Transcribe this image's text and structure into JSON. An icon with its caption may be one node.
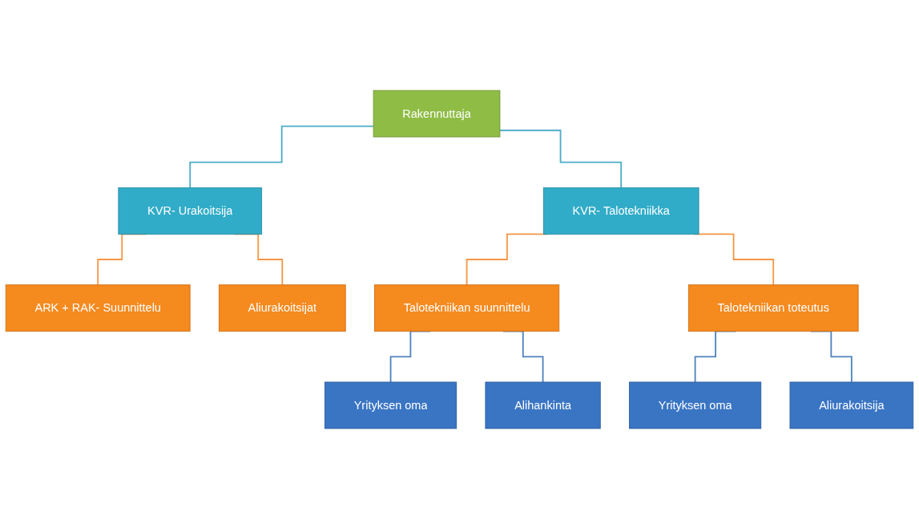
{
  "diagram": {
    "nodes": [
      {
        "text": [
          "Rakennuttaja"
        ]
      },
      {
        "text": [
          "KVR- Urakoitsija"
        ]
      },
      {
        "text": [
          "KVR- Talotekniikka"
        ]
      },
      {
        "text": [
          "ARK + RAK- Suunnittelu"
        ]
      },
      {
        "text": [
          "Aliurakoitsijat"
        ]
      },
      {
        "text": [
          "Talotekniikan suunnittelu"
        ]
      },
      {
        "text": [
          "Talotekniikan toteutus"
        ]
      },
      {
        "text": [
          "Yrityksen oma"
        ]
      },
      {
        "text": [
          "Alihankinta"
        ]
      },
      {
        "text": [
          "Yrityksen oma"
        ]
      },
      {
        "text": [
          "Aliurakoitsija"
        ]
      }
    ],
    "edges": [
      {
        "from": 0,
        "to": 1,
        "arrow": "none",
        "color": "#4bacc6"
      },
      {
        "from": 0,
        "to": 2,
        "arrow": "none",
        "color": "#4bacc6"
      },
      {
        "from": 1,
        "to": 3,
        "arrow": "none",
        "color": "#f79646"
      },
      {
        "from": 1,
        "to": 4,
        "arrow": "none",
        "color": "#f79646"
      },
      {
        "from": 2,
        "to": 5,
        "arrow": "none",
        "color": "#f79646"
      },
      {
        "from": 2,
        "to": 6,
        "arrow": "none",
        "color": "#f79646"
      },
      {
        "from": 5,
        "to": 7,
        "arrow": "none",
        "color": "#4f81bd"
      },
      {
        "from": 5,
        "to": 8,
        "arrow": "none",
        "color": "#4f81bd"
      },
      {
        "from": 6,
        "to": 9,
        "arrow": "none",
        "color": "#4f81bd"
      },
      {
        "from": 6,
        "to": 10,
        "arrow": "none",
        "color": "#4f81bd"
      }
    ]
  }
}
